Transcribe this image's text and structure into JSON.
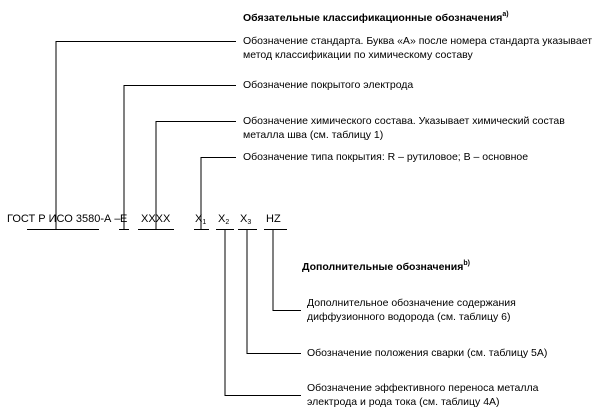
{
  "headings": {
    "mandatory": "Обязательные классификационные обозначения",
    "mandatory_note": "a)",
    "optional": "Дополнительные обозначения",
    "optional_note": "b)"
  },
  "designation": {
    "standard": "ГОСТ Р ИСО 3580-А –",
    "electrode": "E",
    "chemical": "XXXX",
    "x_letter": "X",
    "x1_index": "1",
    "x2_index": "2",
    "x3_index": "3",
    "hydrogen": "HZ"
  },
  "mandatory_items": [
    {
      "line1": "Обозначение стандарта. Буква «А» после номера стандарта указывает",
      "line2": "метод классификации по химическому составу"
    },
    {
      "line1": "Обозначение покрытого электрода",
      "line2": ""
    },
    {
      "line1": "Обозначение химического состава. Указывает химический состав",
      "line2": "металла шва (см. таблицу 1)"
    },
    {
      "line1": "Обозначение типа покрытия: R – рутиловое; B – основное",
      "line2": ""
    }
  ],
  "optional_items": [
    {
      "line1": "Дополнительное обозначение содержания",
      "line2": "диффузионного водорода (см. таблицу 6)"
    },
    {
      "line1": "Обозначение положения сварки (см. таблицу 5А)",
      "line2": ""
    },
    {
      "line1": "Обозначение эффективного переноса металла",
      "line2": "электрода и рода тока (см. таблицу 4А)"
    }
  ]
}
